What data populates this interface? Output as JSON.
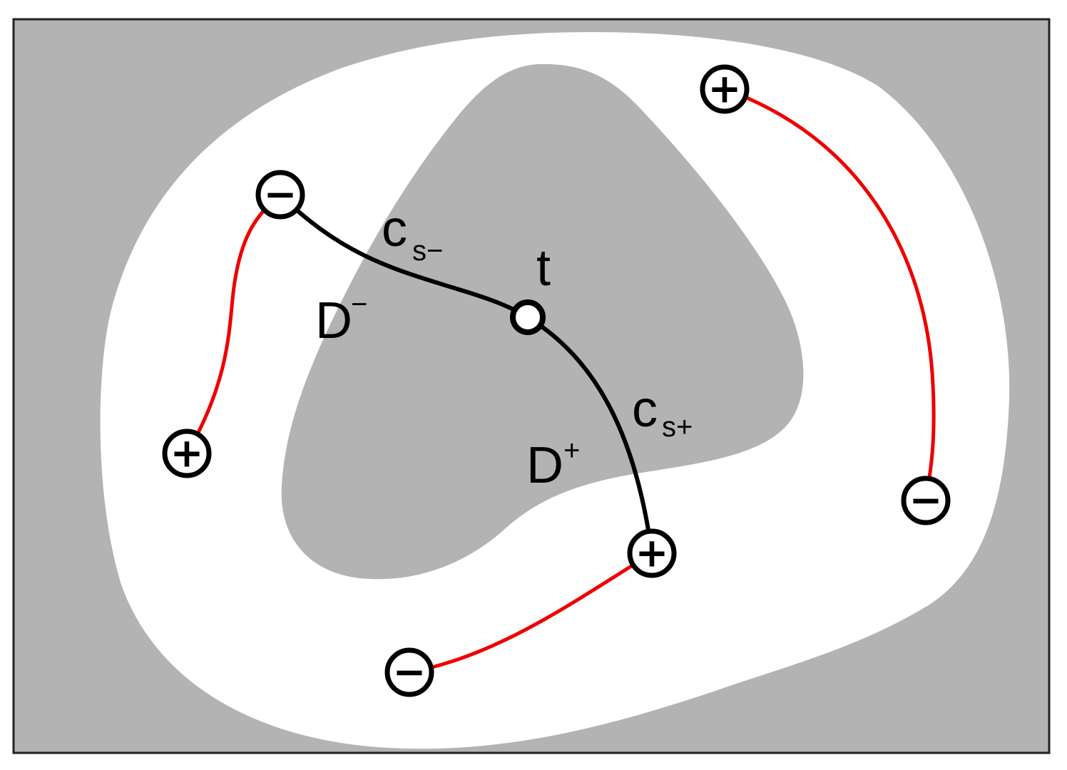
{
  "colors": {
    "background": "#b3b3b3",
    "annulus": "#ffffff",
    "border": "#222222",
    "curve_main": "#000000",
    "curve_red": "#ee0000"
  },
  "labels": {
    "c_minus": {
      "base": "c",
      "sub": "s−"
    },
    "c_plus": {
      "base": "c",
      "sub": "s+"
    },
    "t": "t",
    "d_minus": {
      "base": "D",
      "sup": "−"
    },
    "d_plus": {
      "base": "D",
      "sup": "+"
    }
  },
  "signs": {
    "plus": "+",
    "minus": "−"
  },
  "nodes": [
    {
      "id": "left-plus",
      "sign": "plus"
    },
    {
      "id": "left-minus",
      "sign": "minus"
    },
    {
      "id": "bottom-minus",
      "sign": "minus"
    },
    {
      "id": "bottom-plus",
      "sign": "plus"
    },
    {
      "id": "right-plus",
      "sign": "plus"
    },
    {
      "id": "right-minus",
      "sign": "minus"
    }
  ]
}
